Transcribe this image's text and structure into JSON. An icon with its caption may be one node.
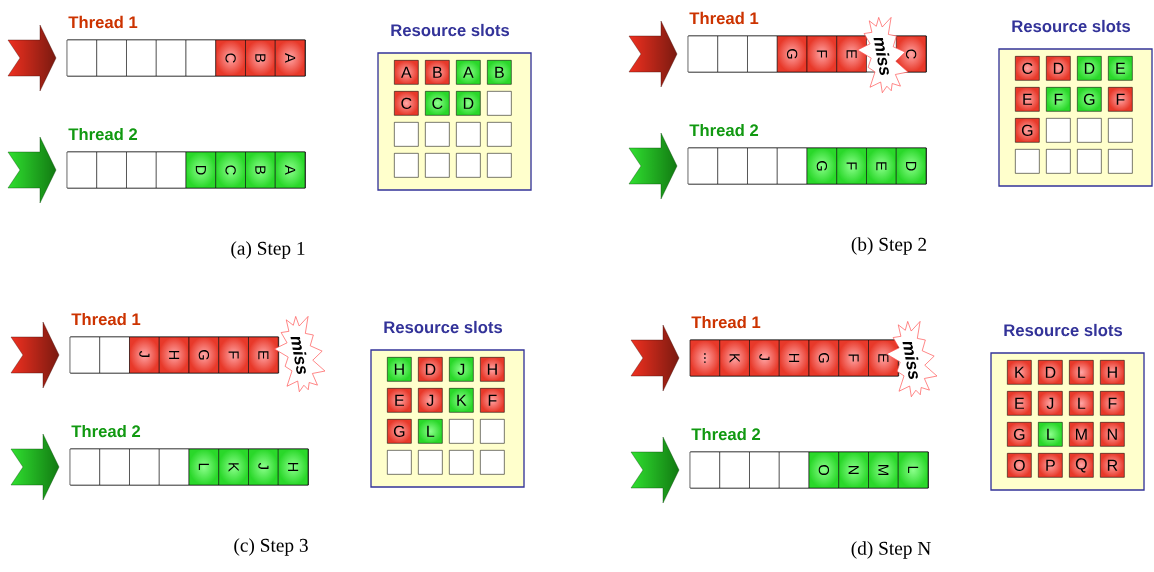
{
  "diagram": {
    "nodes": [
      {
        "text": [
          "Thread 1"
        ]
      },
      {
        "text": [],
        "shape": "box",
        "in": 0
      },
      {
        "text": [],
        "shape": "box",
        "in": 0
      },
      {
        "text": [],
        "shape": "box",
        "in": 0
      },
      {
        "text": [],
        "shape": "box",
        "in": 0
      },
      {
        "text": [],
        "shape": "box",
        "in": 0
      },
      {
        "text": [
          "C"
        ],
        "in": 0
      },
      {
        "text": [
          "B"
        ],
        "in": 0
      },
      {
        "text": [
          "A"
        ],
        "in": 0
      },
      {
        "text": [
          "Thread 2"
        ]
      },
      {
        "text": [],
        "shape": "box",
        "in": 9
      },
      {
        "text": [],
        "shape": "box",
        "in": 9
      },
      {
        "text": [],
        "shape": "box",
        "in": 9
      },
      {
        "text": [],
        "shape": "box",
        "in": 9
      },
      {
        "text": [
          "D"
        ],
        "in": 9
      },
      {
        "text": [
          "C"
        ],
        "in": 9
      },
      {
        "text": [
          "B"
        ],
        "in": 9
      },
      {
        "text": [
          "A"
        ],
        "in": 9
      },
      {
        "text": [
          "Resource slots"
        ]
      },
      {
        "text": [
          "A"
        ],
        "in": 18
      },
      {
        "text": [
          "B"
        ],
        "in": 18
      },
      {
        "text": [
          "A"
        ],
        "in": 18
      },
      {
        "text": [
          "B"
        ],
        "in": 18
      },
      {
        "text": [
          "C"
        ],
        "in": 18
      },
      {
        "text": [
          "C"
        ],
        "in": 18
      },
      {
        "text": [
          "D"
        ],
        "in": 18
      },
      {
        "text": [],
        "shape": "box",
        "in": 18
      },
      {
        "text": [],
        "shape": "box",
        "in": 18
      },
      {
        "text": [],
        "shape": "box",
        "in": 18
      },
      {
        "text": [],
        "shape": "box",
        "in": 18
      },
      {
        "text": [],
        "shape": "box",
        "in": 18
      },
      {
        "text": [],
        "shape": "box",
        "in": 18
      },
      {
        "text": [],
        "shape": "box",
        "in": 18
      },
      {
        "text": [],
        "shape": "box",
        "in": 18
      },
      {
        "text": [],
        "shape": "box",
        "in": 18
      },
      {
        "text": [
          "Thread 1"
        ]
      },
      {
        "text": [],
        "shape": "box",
        "in": 35
      },
      {
        "text": [],
        "shape": "box",
        "in": 35
      },
      {
        "text": [],
        "shape": "box",
        "in": 35
      },
      {
        "text": [
          "G"
        ],
        "in": 35
      },
      {
        "text": [
          "F"
        ],
        "in": 35
      },
      {
        "text": [
          "E"
        ],
        "in": 35
      },
      {
        "text": [
          "C"
        ],
        "in": 35
      },
      {
        "text": [
          "miss"
        ]
      },
      {
        "text": [
          "Thread 2"
        ]
      },
      {
        "text": [],
        "shape": "box",
        "in": 44
      },
      {
        "text": [],
        "shape": "box",
        "in": 44
      },
      {
        "text": [],
        "shape": "box",
        "in": 44
      },
      {
        "text": [],
        "shape": "box",
        "in": 44
      },
      {
        "text": [
          "G"
        ],
        "in": 44
      },
      {
        "text": [
          "F"
        ],
        "in": 44
      },
      {
        "text": [
          "E"
        ],
        "in": 44
      },
      {
        "text": [
          "D"
        ],
        "in": 44
      },
      {
        "text": [
          "Resource slots"
        ]
      },
      {
        "text": [
          "C"
        ],
        "in": 53
      },
      {
        "text": [
          "D"
        ],
        "in": 53
      },
      {
        "text": [
          "D"
        ],
        "in": 53
      },
      {
        "text": [
          "E"
        ],
        "in": 53
      },
      {
        "text": [
          "E"
        ],
        "in": 53
      },
      {
        "text": [
          "F"
        ],
        "in": 53
      },
      {
        "text": [
          "G"
        ],
        "in": 53
      },
      {
        "text": [
          "F"
        ],
        "in": 53
      },
      {
        "text": [
          "G"
        ],
        "in": 53
      },
      {
        "text": [],
        "shape": "box",
        "in": 53
      },
      {
        "text": [],
        "shape": "box",
        "in": 53
      },
      {
        "text": [],
        "shape": "box",
        "in": 53
      },
      {
        "text": [],
        "shape": "box",
        "in": 53
      },
      {
        "text": [],
        "shape": "box",
        "in": 53
      },
      {
        "text": [],
        "shape": "box",
        "in": 53
      },
      {
        "text": [],
        "shape": "box",
        "in": 53
      },
      {
        "text": [
          "Thread 1"
        ]
      },
      {
        "text": [],
        "shape": "box",
        "in": 70
      },
      {
        "text": [],
        "shape": "box",
        "in": 70
      },
      {
        "text": [
          "J"
        ],
        "in": 70
      },
      {
        "text": [
          "H"
        ],
        "in": 70
      },
      {
        "text": [
          "G"
        ],
        "in": 70
      },
      {
        "text": [
          "F"
        ],
        "in": 70
      },
      {
        "text": [
          "E"
        ],
        "in": 70
      },
      {
        "text": [
          "miss"
        ]
      },
      {
        "text": [
          "Thread 2"
        ]
      },
      {
        "text": [],
        "shape": "box",
        "in": 79
      },
      {
        "text": [],
        "shape": "box",
        "in": 79
      },
      {
        "text": [],
        "shape": "box",
        "in": 79
      },
      {
        "text": [],
        "shape": "box",
        "in": 79
      },
      {
        "text": [
          "L"
        ],
        "in": 79
      },
      {
        "text": [
          "K"
        ],
        "in": 79
      },
      {
        "text": [
          "J"
        ],
        "in": 79
      },
      {
        "text": [
          "H"
        ],
        "in": 79
      },
      {
        "text": [
          "Resource slots"
        ]
      },
      {
        "text": [
          "H"
        ],
        "in": 88
      },
      {
        "text": [
          "D"
        ],
        "in": 88
      },
      {
        "text": [
          "J"
        ],
        "in": 88
      },
      {
        "text": [
          "H"
        ],
        "in": 88
      },
      {
        "text": [
          "E"
        ],
        "in": 88
      },
      {
        "text": [
          "J"
        ],
        "in": 88
      },
      {
        "text": [
          "K"
        ],
        "in": 88
      },
      {
        "text": [
          "F"
        ],
        "in": 88
      },
      {
        "text": [
          "G"
        ],
        "in": 88
      },
      {
        "text": [
          "L"
        ],
        "in": 88
      },
      {
        "text": [],
        "shape": "box",
        "in": 88
      },
      {
        "text": [],
        "shape": "box",
        "in": 88
      },
      {
        "text": [],
        "shape": "box",
        "in": 88
      },
      {
        "text": [],
        "shape": "box",
        "in": 88
      },
      {
        "text": [],
        "shape": "box",
        "in": 88
      },
      {
        "text": [],
        "shape": "box",
        "in": 88
      },
      {
        "text": [
          "Thread 1"
        ]
      },
      {
        "text": [
          "..."
        ],
        "in": 105
      },
      {
        "text": [
          "K"
        ],
        "in": 105
      },
      {
        "text": [
          "J"
        ],
        "in": 105
      },
      {
        "text": [
          "H"
        ],
        "in": 105
      },
      {
        "text": [
          "G"
        ],
        "in": 105
      },
      {
        "text": [
          "F"
        ],
        "in": 105
      },
      {
        "text": [
          "E"
        ],
        "in": 105
      },
      {
        "text": [
          "miss"
        ]
      },
      {
        "text": [
          "Thread 2"
        ]
      },
      {
        "text": [],
        "shape": "box",
        "in": 114
      },
      {
        "text": [],
        "shape": "box",
        "in": 114
      },
      {
        "text": [],
        "shape": "box",
        "in": 114
      },
      {
        "text": [],
        "shape": "box",
        "in": 114
      },
      {
        "text": [
          "O"
        ],
        "in": 114
      },
      {
        "text": [
          "N"
        ],
        "in": 114
      },
      {
        "text": [
          "M"
        ],
        "in": 114
      },
      {
        "text": [
          "L"
        ],
        "in": 114
      },
      {
        "text": [
          "Resource slots"
        ]
      },
      {
        "text": [
          "K"
        ],
        "in": 123
      },
      {
        "text": [
          "D"
        ],
        "in": 123
      },
      {
        "text": [
          "L"
        ],
        "in": 123
      },
      {
        "text": [
          "H"
        ],
        "in": 123
      },
      {
        "text": [
          "E"
        ],
        "in": 123
      },
      {
        "text": [
          "J"
        ],
        "in": 123
      },
      {
        "text": [
          "L"
        ],
        "in": 123
      },
      {
        "text": [
          "F"
        ],
        "in": 123
      },
      {
        "text": [
          "G"
        ],
        "in": 123
      },
      {
        "text": [
          "L"
        ],
        "in": 123
      },
      {
        "text": [
          "M"
        ],
        "in": 123
      },
      {
        "text": [
          "N"
        ],
        "in": 123
      },
      {
        "text": [
          "O"
        ],
        "in": 123
      },
      {
        "text": [
          "P"
        ],
        "in": 123
      },
      {
        "text": [
          "Q"
        ],
        "in": 123
      },
      {
        "text": [
          "R"
        ],
        "in": 123
      }
    ],
    "labels": [
      "(a) Step 1",
      "(b) Step 2",
      "(c) Step 3",
      "(d) Step N"
    ]
  }
}
